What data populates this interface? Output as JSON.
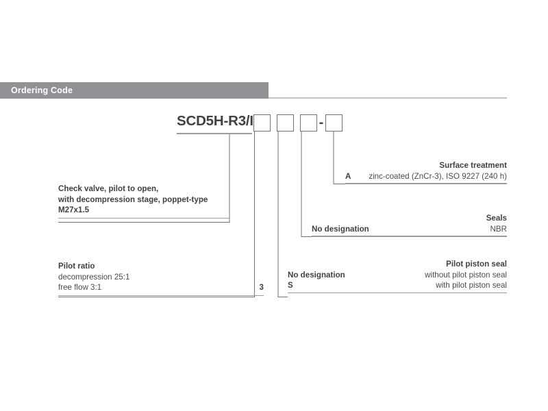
{
  "section": {
    "title": "Ordering Code"
  },
  "code": {
    "prefix": "SCD5H-R3/I",
    "separator": "-",
    "box_count": 4
  },
  "blocks": {
    "check_valve": {
      "name": "check-valve",
      "lines": [
        "Check valve, pilot to open,",
        "with decompression stage, poppet-type",
        "M27x1.5"
      ]
    },
    "pilot_ratio": {
      "name": "pilot-ratio",
      "heading": "Pilot ratio",
      "rows": [
        {
          "label": "",
          "value": "decompression 25:1"
        },
        {
          "label": "3",
          "value": "free flow 3:1"
        }
      ]
    },
    "pilot_piston_seal_codes": {
      "name": "pilot-piston-seal-codes",
      "lines": [
        "No designation",
        "S"
      ]
    },
    "pilot_piston_seal": {
      "name": "pilot-piston-seal",
      "heading": "Pilot piston seal",
      "lines": [
        "without pilot piston seal",
        "with pilot piston seal"
      ]
    },
    "seals_code": {
      "name": "seals-code",
      "lines": [
        "No designation"
      ]
    },
    "seals": {
      "name": "seals",
      "heading": "Seals",
      "lines": [
        "NBR"
      ]
    },
    "surface_treatment_code": {
      "name": "surface-treatment-code",
      "lines": [
        "A"
      ]
    },
    "surface_treatment": {
      "name": "surface-treatment",
      "heading": "Surface treatment",
      "lines": [
        "zinc-coated (ZnCr-3), ISO 9227 (240 h)"
      ]
    }
  },
  "colors": {
    "header_bar": "#8f9194",
    "rule": "#9a9ca0",
    "text": "#4a4a4f",
    "text_strong": "#3f4145",
    "box_border": "#6d7075"
  }
}
